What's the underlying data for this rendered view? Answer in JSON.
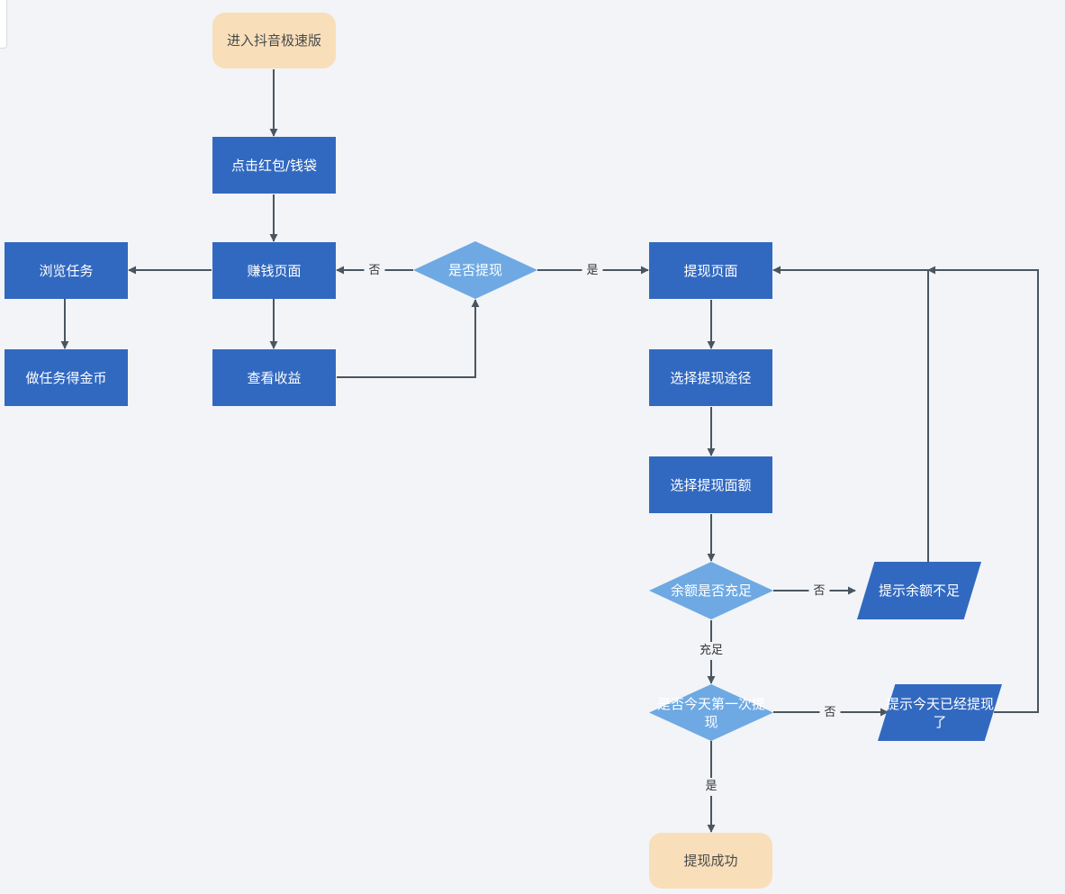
{
  "colors": {
    "process": "#3269c0",
    "decision": "#6ea9e3",
    "terminal": "#f8dfba",
    "connector": "#4a5560",
    "canvas": "#f2f4f7"
  },
  "nodes": {
    "start": "进入抖音极速版",
    "click_redpacket": "点击红包/钱袋",
    "earn_page": "赚钱页面",
    "browse_tasks": "浏览任务",
    "do_tasks": "做任务得金币",
    "view_earnings": "查看收益",
    "decide_withdraw": "是否提现",
    "withdraw_page": "提现页面",
    "choose_route": "选择提现途径",
    "choose_amount": "选择提现面额",
    "decide_balance": "余额是否充足",
    "insufficient_notice": "提示余额不足",
    "decide_first_today": "是否今天第一次提现",
    "already_today_notice": "提示今天已经提现了",
    "success": "提现成功"
  },
  "edge_labels": {
    "withdraw_no": "否",
    "withdraw_yes": "是",
    "balance_no": "否",
    "balance_enough": "充足",
    "first_no": "否",
    "first_yes": "是"
  }
}
